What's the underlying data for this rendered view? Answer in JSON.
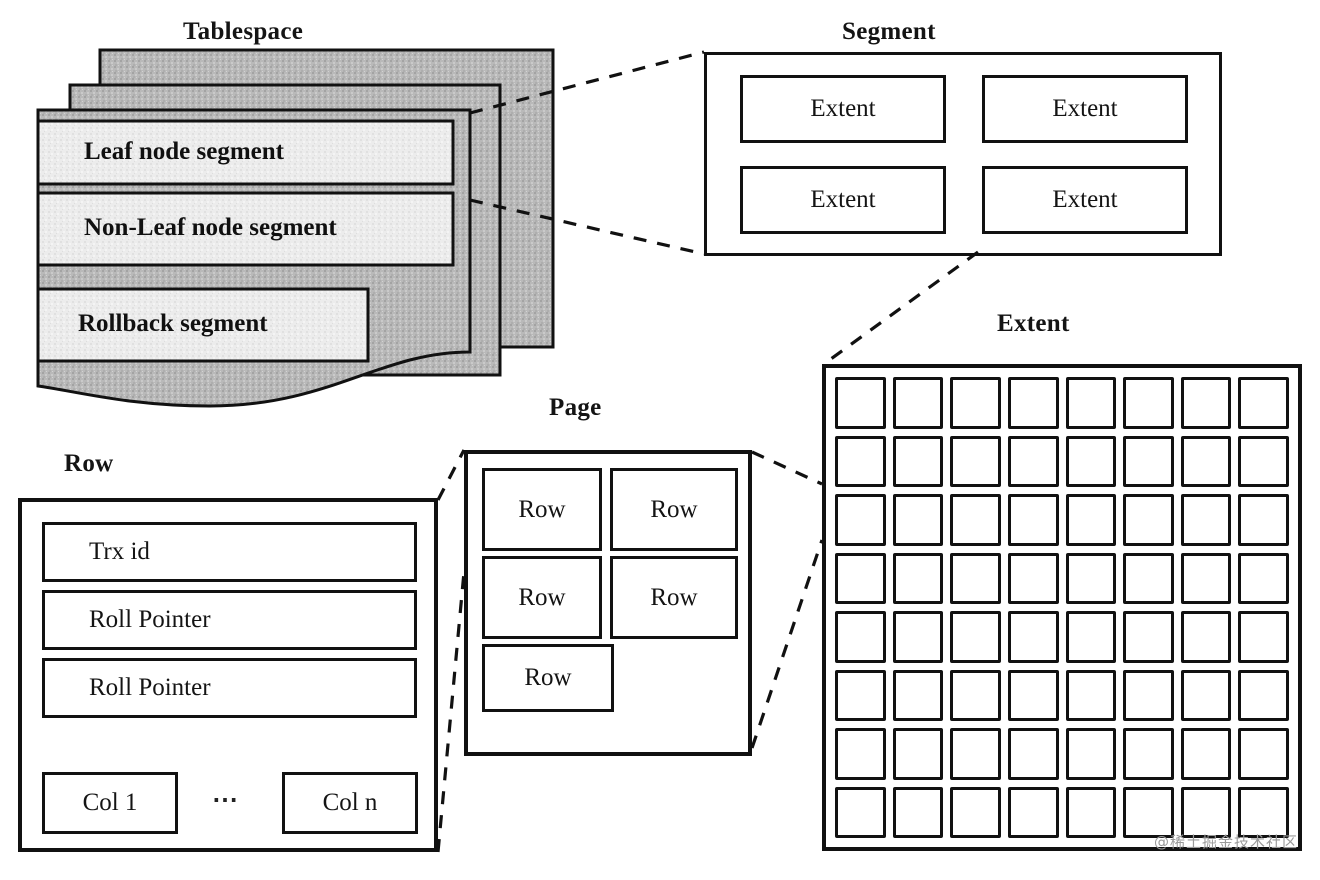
{
  "diagram": {
    "title_tablespace": "Tablespace",
    "title_segment": "Segment",
    "title_extent": "Extent",
    "title_page": "Page",
    "title_row": "Row",
    "watermark": "@稀土掘金技术社区"
  },
  "colors": {
    "ink": "#111111",
    "card_back_fill": "#b8b8b8",
    "segment_fill": "#ebebeb",
    "paper": "#ffffff",
    "watermark": "#9a9a9a"
  },
  "tablespace": {
    "label": "Tablespace",
    "segments": [
      {
        "label": "Leaf node segment"
      },
      {
        "label": "Non-Leaf node segment"
      },
      {
        "label": "Rollback segment"
      }
    ],
    "stack_count": 3
  },
  "segment": {
    "label": "Segment",
    "extents": [
      {
        "label": "Extent"
      },
      {
        "label": "Extent"
      },
      {
        "label": "Extent"
      },
      {
        "label": "Extent"
      }
    ]
  },
  "extent": {
    "label": "Extent",
    "grid_columns": 8,
    "grid_rows": 8,
    "page_count": 64
  },
  "page": {
    "label": "Page",
    "rows": [
      {
        "label": "Row"
      },
      {
        "label": "Row"
      },
      {
        "label": "Row"
      },
      {
        "label": "Row"
      },
      {
        "label": "Row"
      }
    ]
  },
  "row": {
    "label": "Row",
    "fields": [
      {
        "label": "Trx id"
      },
      {
        "label": "Roll Pointer"
      },
      {
        "label": "Roll Pointer"
      }
    ],
    "columns": [
      {
        "label": "Col 1"
      },
      {
        "label": "Col n"
      }
    ],
    "ellipsis": "⋯"
  }
}
